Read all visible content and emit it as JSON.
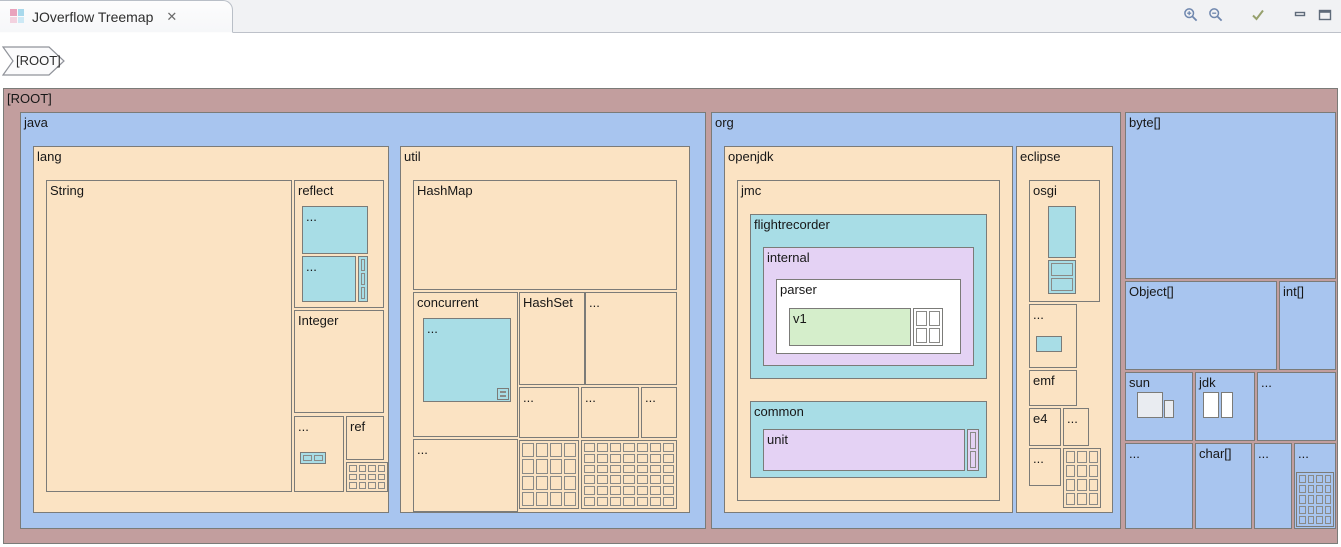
{
  "window": {
    "tab": {
      "title": "JOverflow Treemap",
      "close_glyph": "✕"
    },
    "toolbar_icons": [
      "zoom-in",
      "zoom-out",
      "checkmark",
      "minimize",
      "maximize"
    ]
  },
  "breadcrumb": {
    "root_label": "[ROOT]"
  },
  "chart_data": {
    "type": "treemap",
    "title": "JOverflow Treemap",
    "palette": {
      "root_bg": "#c29e9e",
      "blue": "#a8c5ef",
      "peach": "#fbe3c3",
      "cyan": "#a8dde6",
      "lavender": "#e4d2f4",
      "white": "#ffffff",
      "green": "#d5eecb",
      "chip": "#e9ecf1"
    },
    "root": {
      "label": "[ROOT]",
      "fill": "root_bg",
      "r": [
        3,
        88,
        1335,
        456
      ],
      "children": [
        {
          "label": "java",
          "fill": "blue",
          "r": [
            20,
            112,
            686,
            417
          ],
          "children": [
            {
              "label": "lang",
              "fill": "peach",
              "r": [
                33,
                146,
                356,
                367
              ],
              "children": [
                {
                  "label": "String",
                  "fill": "peach",
                  "r": [
                    46,
                    180,
                    246,
                    312
                  ]
                },
                {
                  "label": "reflect",
                  "fill": "peach",
                  "r": [
                    294,
                    180,
                    90,
                    128
                  ],
                  "children": [
                    {
                      "label": "...",
                      "fill": "cyan",
                      "r": [
                        302,
                        206,
                        66,
                        48
                      ]
                    },
                    {
                      "label": "...",
                      "fill": "cyan",
                      "r": [
                        302,
                        256,
                        54,
                        46
                      ]
                    },
                    {
                      "fill": "cyan",
                      "r": [
                        358,
                        256,
                        10,
                        46
                      ],
                      "grid": [
                        3,
                        1
                      ]
                    }
                  ]
                },
                {
                  "label": "Integer",
                  "fill": "peach",
                  "r": [
                    294,
                    310,
                    90,
                    103
                  ]
                },
                {
                  "label": "...",
                  "fill": "peach",
                  "r": [
                    294,
                    416,
                    50,
                    76
                  ],
                  "children": [
                    {
                      "fill": "cyan",
                      "r": [
                        300,
                        452,
                        26,
                        12
                      ],
                      "grid": [
                        1,
                        2
                      ]
                    }
                  ]
                },
                {
                  "label": "ref",
                  "fill": "peach",
                  "r": [
                    346,
                    416,
                    38,
                    44
                  ]
                },
                {
                  "fill": "peach",
                  "r": [
                    346,
                    462,
                    42,
                    30
                  ],
                  "grid": [
                    3,
                    4
                  ]
                }
              ]
            },
            {
              "label": "util",
              "fill": "peach",
              "r": [
                400,
                146,
                290,
                367
              ],
              "children": [
                {
                  "label": "HashMap",
                  "fill": "peach",
                  "r": [
                    413,
                    180,
                    264,
                    110
                  ]
                },
                {
                  "label": "concurrent",
                  "fill": "peach",
                  "r": [
                    413,
                    292,
                    105,
                    145
                  ],
                  "children": [
                    {
                      "label": "...",
                      "fill": "cyan",
                      "r": [
                        423,
                        318,
                        88,
                        84
                      ],
                      "children": [
                        {
                          "fill": "cyan",
                          "r": [
                            497,
                            388,
                            12,
                            12
                          ],
                          "grid": [
                            2,
                            1
                          ]
                        }
                      ]
                    }
                  ]
                },
                {
                  "label": "HashSet",
                  "fill": "peach",
                  "r": [
                    519,
                    292,
                    66,
                    93
                  ]
                },
                {
                  "label": "...",
                  "fill": "peach",
                  "r": [
                    585,
                    292,
                    92,
                    93
                  ]
                },
                {
                  "label": "...",
                  "fill": "peach",
                  "r": [
                    519,
                    387,
                    60,
                    51
                  ]
                },
                {
                  "label": "...",
                  "fill": "peach",
                  "r": [
                    581,
                    387,
                    58,
                    51
                  ]
                },
                {
                  "label": "...",
                  "fill": "peach",
                  "r": [
                    641,
                    387,
                    36,
                    51
                  ]
                },
                {
                  "label": "...",
                  "fill": "peach",
                  "r": [
                    413,
                    439,
                    105,
                    73
                  ]
                },
                {
                  "fill": "peach",
                  "r": [
                    519,
                    440,
                    60,
                    69
                  ],
                  "grid": [
                    4,
                    4
                  ]
                },
                {
                  "fill": "peach",
                  "r": [
                    581,
                    440,
                    96,
                    69
                  ],
                  "grid": [
                    6,
                    7
                  ]
                }
              ]
            }
          ]
        },
        {
          "label": "org",
          "fill": "blue",
          "r": [
            711,
            112,
            410,
            417
          ],
          "children": [
            {
              "label": "openjdk",
              "fill": "peach",
              "r": [
                724,
                146,
                289,
                367
              ],
              "children": [
                {
                  "label": "jmc",
                  "fill": "peach",
                  "r": [
                    737,
                    180,
                    263,
                    321
                  ],
                  "children": [
                    {
                      "label": "flightrecorder",
                      "fill": "cyan",
                      "r": [
                        750,
                        214,
                        237,
                        165
                      ],
                      "children": [
                        {
                          "label": "internal",
                          "fill": "lavender",
                          "r": [
                            763,
                            247,
                            211,
                            119
                          ],
                          "children": [
                            {
                              "label": "parser",
                              "fill": "white",
                              "r": [
                                776,
                                279,
                                185,
                                75
                              ],
                              "children": [
                                {
                                  "label": "v1",
                                  "fill": "green",
                                  "r": [
                                    789,
                                    308,
                                    122,
                                    38
                                  ]
                                },
                                {
                                  "fill": "white",
                                  "r": [
                                    913,
                                    308,
                                    30,
                                    38
                                  ],
                                  "grid": [
                                    2,
                                    2
                                  ]
                                }
                              ]
                            }
                          ]
                        }
                      ]
                    },
                    {
                      "label": "common",
                      "fill": "cyan",
                      "r": [
                        750,
                        401,
                        237,
                        77
                      ],
                      "children": [
                        {
                          "label": "unit",
                          "fill": "lavender",
                          "r": [
                            763,
                            429,
                            202,
                            42
                          ]
                        },
                        {
                          "fill": "lavender",
                          "r": [
                            967,
                            429,
                            12,
                            42
                          ],
                          "grid": [
                            2,
                            1
                          ]
                        }
                      ]
                    }
                  ]
                }
              ]
            },
            {
              "label": "eclipse",
              "fill": "peach",
              "r": [
                1016,
                146,
                97,
                367
              ],
              "children": [
                {
                  "label": "osgi",
                  "fill": "peach",
                  "r": [
                    1029,
                    180,
                    71,
                    122
                  ],
                  "children": [
                    {
                      "fill": "cyan",
                      "r": [
                        1048,
                        206,
                        28,
                        52
                      ]
                    },
                    {
                      "fill": "cyan",
                      "r": [
                        1048,
                        260,
                        28,
                        34
                      ],
                      "grid": [
                        2,
                        1
                      ]
                    }
                  ]
                },
                {
                  "label": "...",
                  "fill": "peach",
                  "r": [
                    1029,
                    304,
                    48,
                    64
                  ],
                  "children": [
                    {
                      "fill": "cyan",
                      "r": [
                        1036,
                        336,
                        26,
                        16
                      ]
                    }
                  ]
                },
                {
                  "label": "emf",
                  "fill": "peach",
                  "r": [
                    1029,
                    370,
                    48,
                    36
                  ]
                },
                {
                  "label": "e4",
                  "fill": "peach",
                  "r": [
                    1029,
                    408,
                    32,
                    38
                  ]
                },
                {
                  "label": "...",
                  "fill": "peach",
                  "r": [
                    1063,
                    408,
                    26,
                    38
                  ]
                },
                {
                  "label": "...",
                  "fill": "peach",
                  "r": [
                    1029,
                    448,
                    32,
                    38
                  ]
                },
                {
                  "fill": "peach",
                  "r": [
                    1063,
                    448,
                    38,
                    60
                  ],
                  "grid": [
                    4,
                    3
                  ]
                }
              ]
            }
          ]
        },
        {
          "label": "byte[]",
          "fill": "blue",
          "r": [
            1125,
            112,
            211,
            167
          ]
        },
        {
          "label": "Object[]",
          "fill": "blue",
          "r": [
            1125,
            281,
            152,
            89
          ]
        },
        {
          "label": "int[]",
          "fill": "blue",
          "r": [
            1279,
            281,
            57,
            89
          ]
        },
        {
          "label": "sun",
          "fill": "blue",
          "r": [
            1125,
            372,
            68,
            69
          ],
          "children": [
            {
              "fill": "chip",
              "r": [
                1137,
                392,
                26,
                26
              ]
            },
            {
              "fill": "chip",
              "r": [
                1164,
                400,
                10,
                18
              ]
            }
          ]
        },
        {
          "label": "jdk",
          "fill": "blue",
          "r": [
            1195,
            372,
            60,
            69
          ],
          "children": [
            {
              "fill": "white",
              "r": [
                1203,
                392,
                16,
                26
              ]
            },
            {
              "fill": "white",
              "r": [
                1221,
                392,
                12,
                26
              ]
            }
          ]
        },
        {
          "label": "...",
          "fill": "blue",
          "r": [
            1257,
            372,
            79,
            69
          ]
        },
        {
          "label": "...",
          "fill": "blue",
          "r": [
            1125,
            443,
            68,
            86
          ]
        },
        {
          "label": "char[]",
          "fill": "blue",
          "r": [
            1195,
            443,
            57,
            86
          ]
        },
        {
          "label": "...",
          "fill": "blue",
          "r": [
            1254,
            443,
            38,
            86
          ]
        },
        {
          "label": "...",
          "fill": "blue",
          "r": [
            1294,
            443,
            42,
            86
          ],
          "children": [
            {
              "fill": "blue",
              "r": [
                1296,
                472,
                38,
                55
              ],
              "grid": [
                5,
                4
              ]
            }
          ]
        }
      ]
    }
  }
}
